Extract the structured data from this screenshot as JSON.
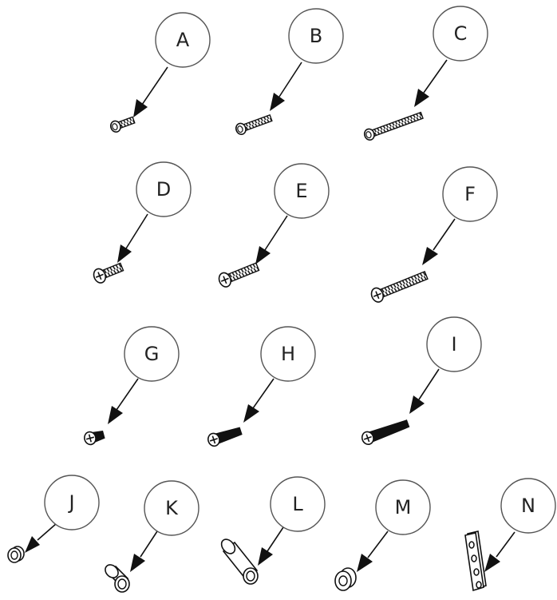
{
  "parts": [
    {
      "id": "part-a",
      "label": "A",
      "kind": "pan-head-screw-short"
    },
    {
      "id": "part-b",
      "label": "B",
      "kind": "pan-head-screw-medium"
    },
    {
      "id": "part-c",
      "label": "C",
      "kind": "pan-head-screw-long"
    },
    {
      "id": "part-d",
      "label": "D",
      "kind": "phillips-pan-head-screw-short"
    },
    {
      "id": "part-e",
      "label": "E",
      "kind": "phillips-pan-head-screw-medium"
    },
    {
      "id": "part-f",
      "label": "F",
      "kind": "phillips-pan-head-screw-long"
    },
    {
      "id": "part-g",
      "label": "G",
      "kind": "phillips-flat-head-screw-short"
    },
    {
      "id": "part-h",
      "label": "H",
      "kind": "phillips-flat-head-screw-medium"
    },
    {
      "id": "part-i",
      "label": "I",
      "kind": "phillips-flat-head-screw-long"
    },
    {
      "id": "part-j",
      "label": "J",
      "kind": "thin-ring-spacer"
    },
    {
      "id": "part-k",
      "label": "K",
      "kind": "short-tube-spacer"
    },
    {
      "id": "part-l",
      "label": "L",
      "kind": "long-tube-spacer"
    },
    {
      "id": "part-m",
      "label": "M",
      "kind": "washer"
    },
    {
      "id": "part-n",
      "label": "N",
      "kind": "four-hole-plate"
    }
  ]
}
